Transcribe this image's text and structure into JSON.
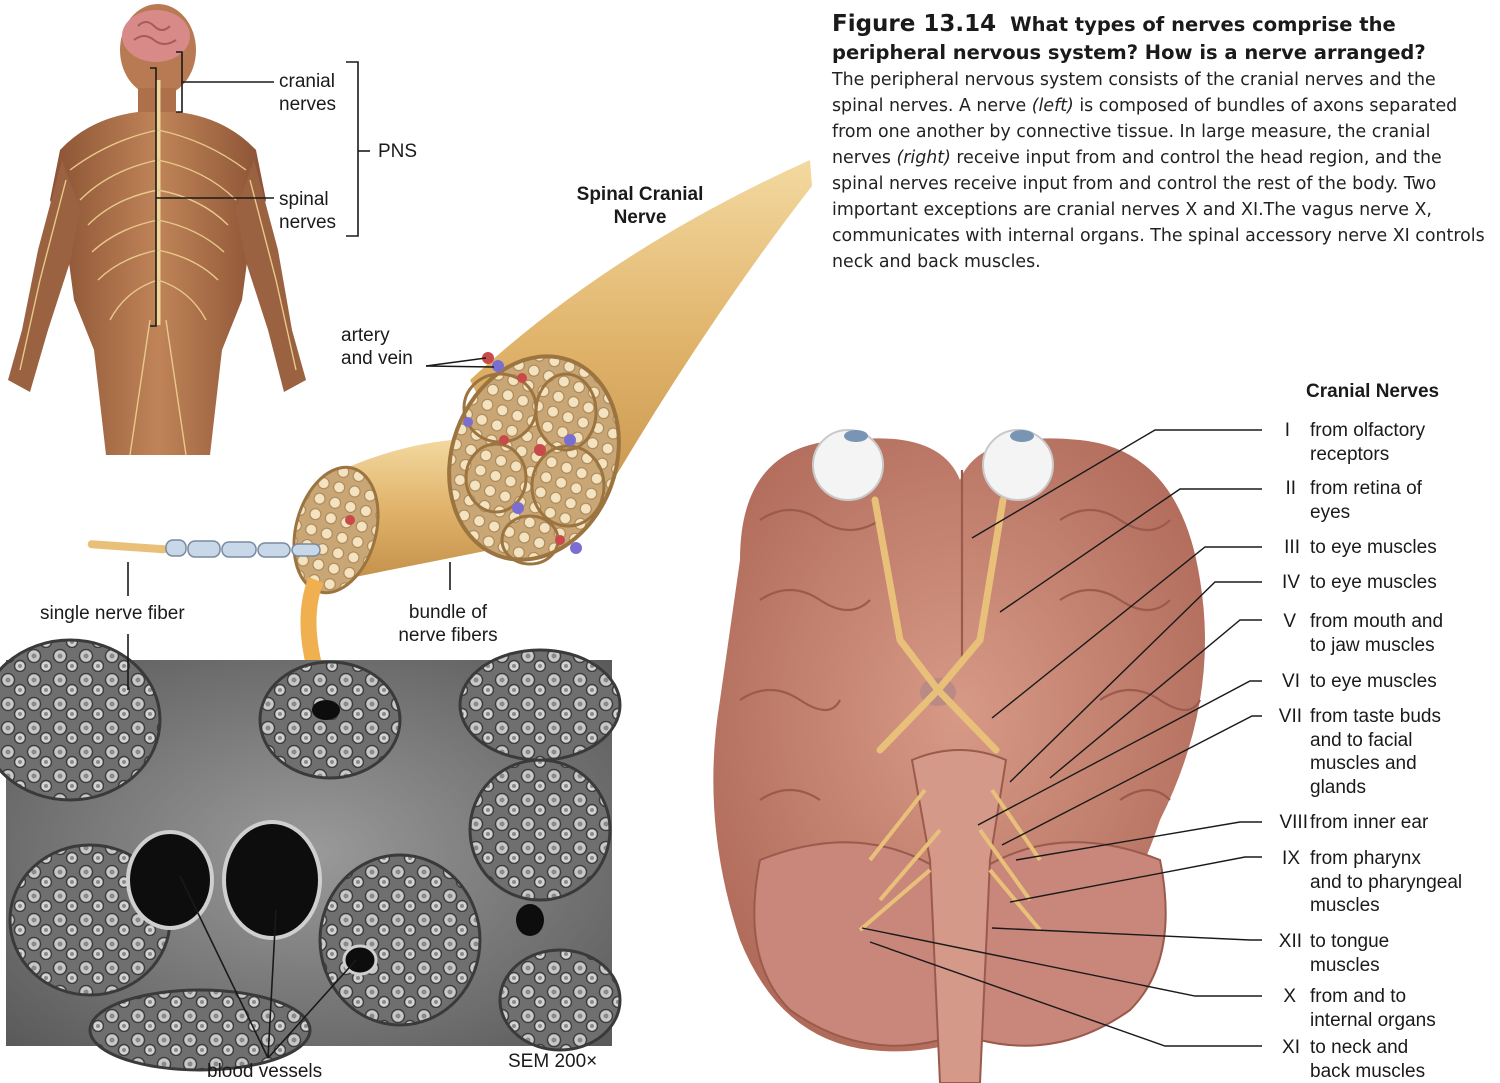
{
  "figure": {
    "number": "Figure 13.14",
    "question": "What types of nerves comprise the peripheral nervous system? How is a nerve arranged?",
    "body_parts": [
      "The peripheral nervous system consists of the cranial nerves and the spinal nerves. A nerve ",
      "(left)",
      " is composed of bundles of axons separated from one another by connective tissue. In large measure, the cranial nerves ",
      "(right)",
      " receive input from and control the head region, and the spinal nerves receive input from and control the rest of the body. Two  important exceptions are  cranial nerves X and XI.The vagus nerve X, communicates with internal organs. The spinal accessory nerve XI controls neck and back muscles."
    ]
  },
  "body_figure": {
    "cranial_label": [
      "cranial",
      "nerves"
    ],
    "pns_label": "PNS",
    "spinal_label": [
      "spinal",
      "nerves"
    ]
  },
  "nerve_figure": {
    "title": [
      "Spinal Cranial",
      "Nerve"
    ],
    "artery_label": [
      "artery",
      "and vein"
    ],
    "single_fiber_label": "single nerve fiber",
    "bundle_label": [
      "bundle of",
      "nerve fibers"
    ],
    "blood_vessels_label": "blood vessels",
    "sem_label": "SEM 200×"
  },
  "cranial_nerves": {
    "title": "Cranial Nerves",
    "items": [
      {
        "num": "I",
        "desc": [
          "from olfactory",
          "receptors"
        ]
      },
      {
        "num": "II",
        "desc": [
          "from retina of",
          "eyes"
        ]
      },
      {
        "num": "III",
        "desc": [
          "to eye muscles"
        ]
      },
      {
        "num": "IV",
        "desc": [
          "to eye muscles"
        ]
      },
      {
        "num": "V",
        "desc": [
          "from mouth and",
          "to jaw muscles"
        ]
      },
      {
        "num": "VI",
        "desc": [
          "to eye muscles"
        ]
      },
      {
        "num": "VII",
        "desc": [
          "from taste buds",
          "and to facial",
          "muscles and",
          "glands"
        ]
      },
      {
        "num": "VIII",
        "desc": [
          "from inner ear"
        ]
      },
      {
        "num": "IX",
        "desc": [
          "from pharynx",
          "and to pharyngeal",
          "muscles"
        ]
      },
      {
        "num": "XII",
        "desc": [
          "to tongue",
          "muscles"
        ]
      },
      {
        "num": "X",
        "desc": [
          "from and to",
          "internal organs"
        ]
      },
      {
        "num": "XI",
        "desc": [
          "to neck and",
          "back muscles"
        ]
      }
    ]
  },
  "colors": {
    "nerve_tan": "#e8c07a",
    "skin": "#b5784f",
    "brain": "#c98a78",
    "sem_gray": "#8a8a8a"
  }
}
